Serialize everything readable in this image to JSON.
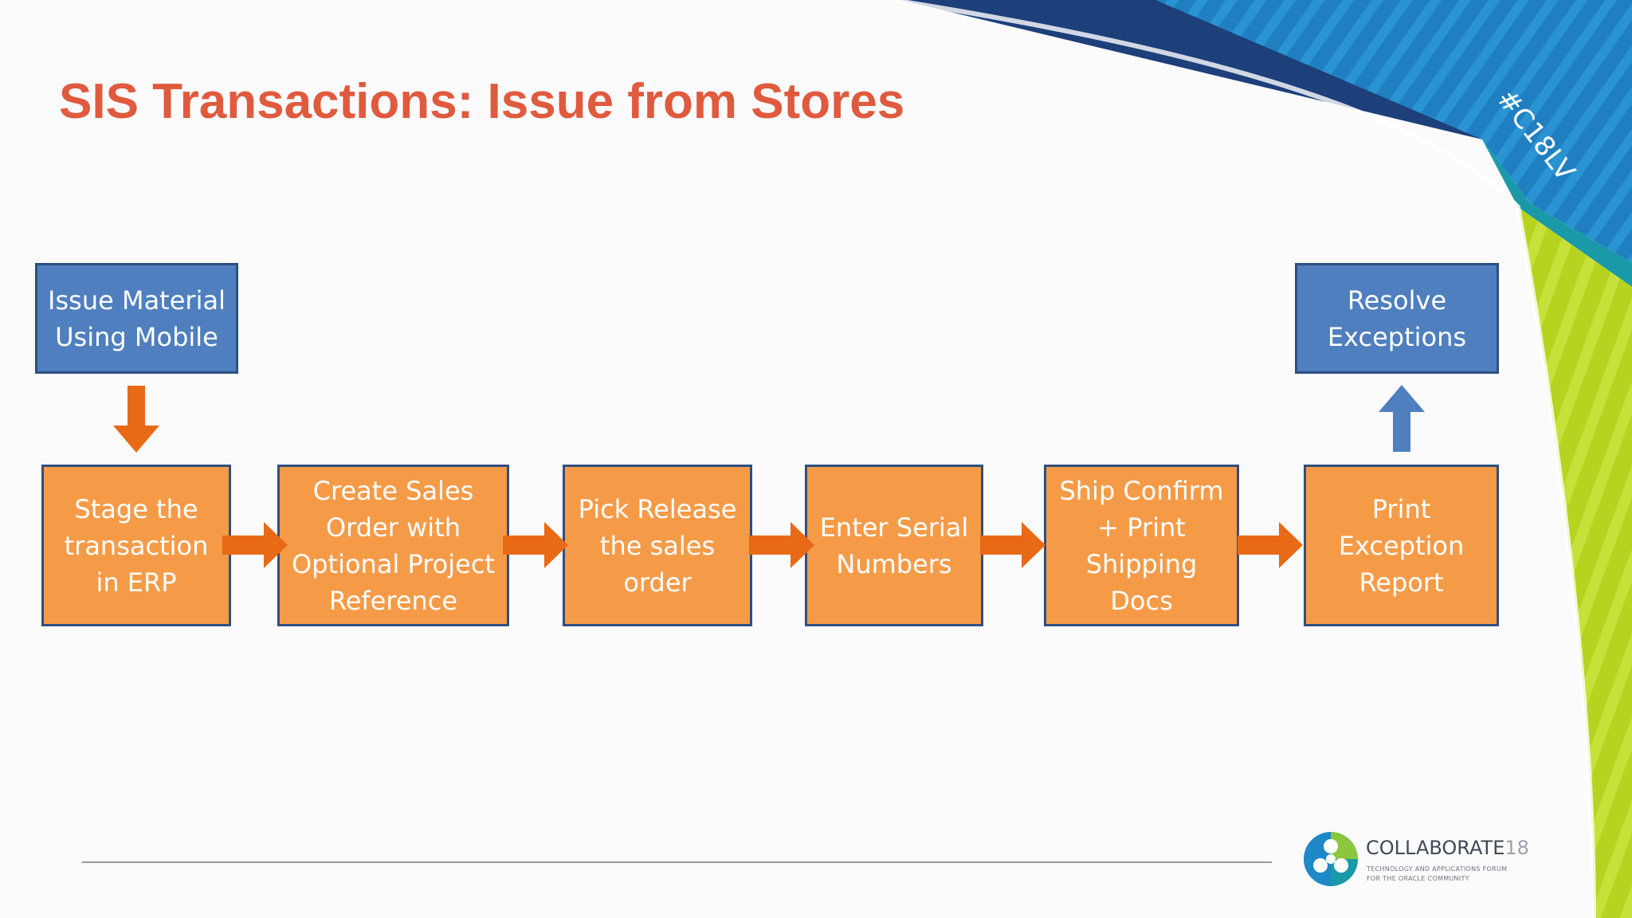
{
  "slide": {
    "title": "SIS Transactions: Issue from Stores",
    "hashtag": "#C18LV"
  },
  "diagram": {
    "top_left_box": "Issue Material\nUsing Mobile",
    "top_right_box": "Resolve\nExceptions",
    "process_steps": [
      "Stage the\ntransaction\nin ERP",
      "Create Sales\nOrder with\nOptional Project\nReference",
      "Pick Release\nthe sales\norder",
      "Enter Serial\nNumbers",
      "Ship Confirm\n+ Print\nShipping\nDocs",
      "Print\nException\nReport"
    ]
  },
  "footer": {
    "logo_name": "COLLABORATE",
    "logo_year": "18",
    "logo_tagline": "TECHNOLOGY AND APPLICATIONS FORUM\nFOR THE ORACLE COMMUNITY"
  },
  "colors": {
    "title": "#e05a3e",
    "step_box": "#f59b48",
    "top_box": "#4f7fbe",
    "box_border": "#2f4f7f",
    "arrow_orange": "#e86a16",
    "arrow_blue": "#4f7fbe"
  }
}
